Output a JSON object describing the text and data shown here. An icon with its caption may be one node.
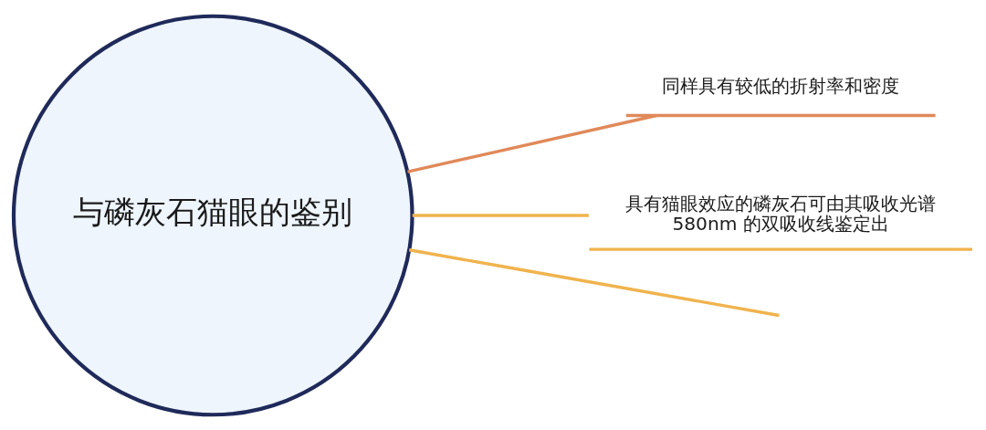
{
  "diagram": {
    "nodes": [
      {
        "text": [
          "与磷灰石猫眼的鉴别"
        ]
      },
      {
        "text": [
          "同样具有较低的折射率和密度"
        ]
      },
      {
        "text": [
          "具有猫眼效应的磷灰石可由其吸收光谱 580nm 的双吸收线鉴定出"
        ]
      }
    ],
    "edges": [
      {
        "from": 0,
        "to": 1,
        "arrow": "none",
        "color": "#e0895a"
      },
      {
        "from": 0,
        "to": 2,
        "arrow": "none"
      },
      {
        "from": 0,
        "to": null,
        "arrow": "none"
      }
    ]
  }
}
